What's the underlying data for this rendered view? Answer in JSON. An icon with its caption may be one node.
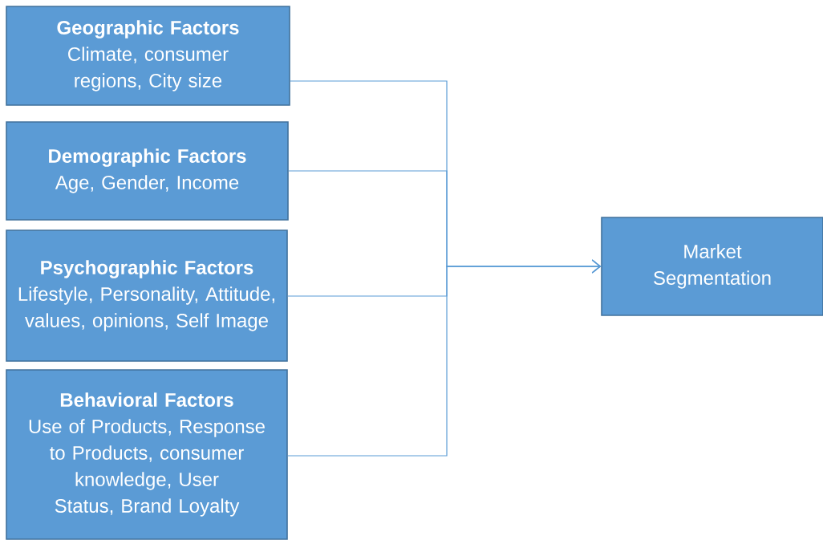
{
  "diagram": {
    "nodes": [
      {
        "text": [
          "Geographic Factors",
          "Climate, consumer regions, City size"
        ]
      },
      {
        "text": [
          "Demographic Factors",
          "Age, Gender, Income"
        ]
      },
      {
        "text": [
          "Psychographic  Factors",
          "Lifestyle, Personality, Attitude, values, opinions, Self Image"
        ]
      },
      {
        "text": [
          "Behavioral Factors",
          "Use of Products, Response to Products, consumer knowledge, User Status, Brand Loyalty"
        ]
      },
      {
        "text": [
          "Market Segmentation"
        ]
      }
    ],
    "edges": [
      {
        "from": 0,
        "to": 4,
        "arrow": "to"
      },
      {
        "from": 1,
        "to": 4,
        "arrow": "to"
      },
      {
        "from": 2,
        "to": 4,
        "arrow": "to"
      },
      {
        "from": 3,
        "to": 4,
        "arrow": "to"
      }
    ]
  }
}
